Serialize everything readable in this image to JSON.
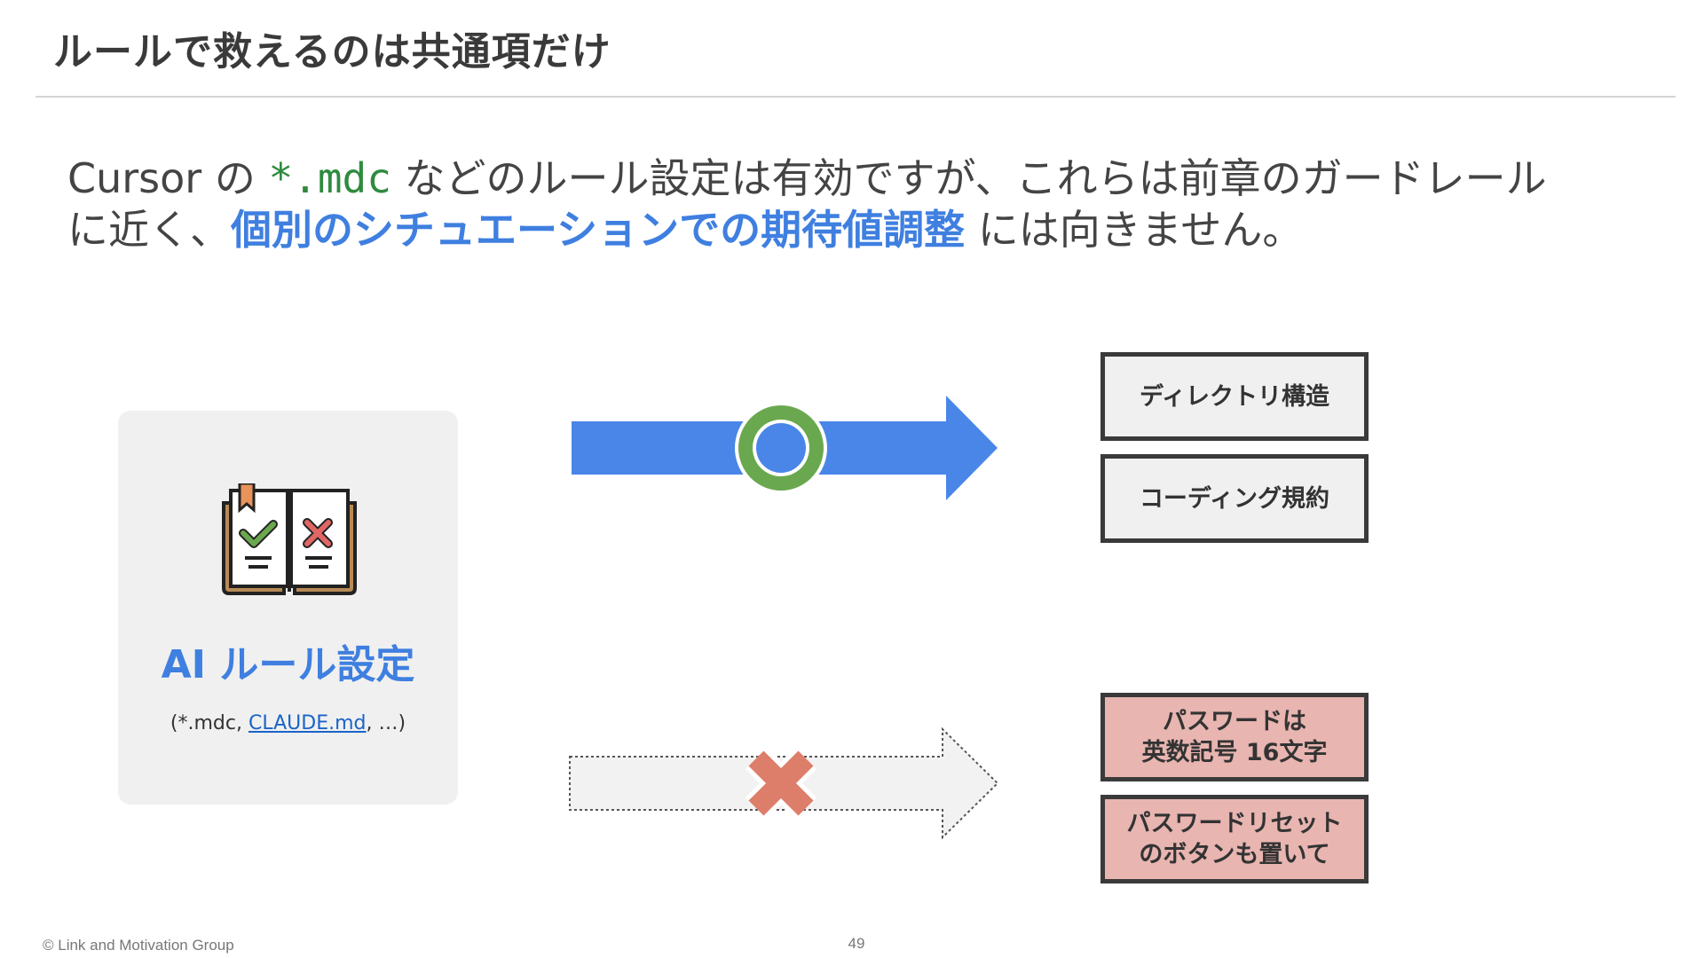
{
  "slide": {
    "title": "ルールで救えるのは共通項だけ"
  },
  "lead": {
    "part1": "Cursor の ",
    "code": "*.mdc",
    "part2": " などのルール設定は有効ですが、これらは前章のガードレール",
    "part3": "に近く、",
    "highlight": "個別のシチュエーションでの期待値調整",
    "part4": " には向きません。"
  },
  "rule_card": {
    "icon": "rulebook-icon",
    "title": "AI ルール設定",
    "sub_prefix": "(*.mdc, ",
    "sub_link": "CLAUDE.md",
    "sub_suffix": ", …)"
  },
  "flows": {
    "good": {
      "mark": "circle-ok-icon",
      "arrow_color": "#4a86e8",
      "mark_color": "#6aa84f"
    },
    "bad": {
      "mark": "cross-ng-icon",
      "arrow_color": "#f2f2f2",
      "mark_color": "#dd7e6b"
    }
  },
  "good_items": [
    {
      "lines": [
        "ディレクトリ構造"
      ]
    },
    {
      "lines": [
        "コーディング規約"
      ]
    }
  ],
  "bad_items": [
    {
      "lines": [
        "パスワードは",
        "英数記号 16文字"
      ]
    },
    {
      "lines": [
        "パスワードリセット",
        "のボタンも置いて"
      ]
    }
  ],
  "footer": {
    "copyright": "© Link and Motivation Group",
    "page": "49"
  }
}
